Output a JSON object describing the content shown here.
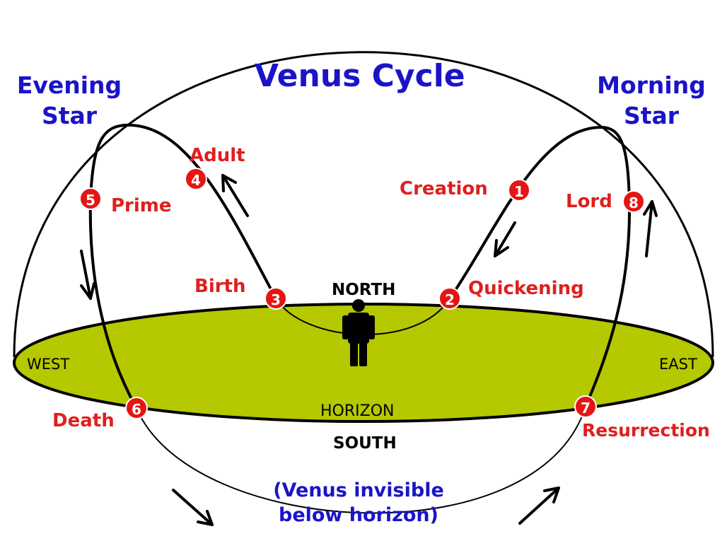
{
  "title": "Venus Cycle",
  "evening_star": [
    "Evening",
    "Star"
  ],
  "morning_star": [
    "Morning",
    "Star"
  ],
  "directions": {
    "north": "NORTH",
    "south": "SOUTH",
    "east": "EAST",
    "west": "WEST",
    "horizon": "HORIZON"
  },
  "phases": [
    {
      "number": "1",
      "label": "Creation"
    },
    {
      "number": "2",
      "label": "Quickening"
    },
    {
      "number": "3",
      "label": "Birth"
    },
    {
      "number": "4",
      "label": "Adult"
    },
    {
      "number": "5",
      "label": "Prime"
    },
    {
      "number": "6",
      "label": "Death"
    },
    {
      "number": "7",
      "label": "Resurrection"
    },
    {
      "number": "8",
      "label": "Lord"
    }
  ],
  "invisible_note": [
    "(Venus invisible",
    "below horizon)"
  ],
  "colors": {
    "title": "#1a14c8",
    "phase_label": "#e01e1e",
    "marker": "#e61414",
    "horizon_fill": "#b5c800",
    "outline": "#000000"
  }
}
